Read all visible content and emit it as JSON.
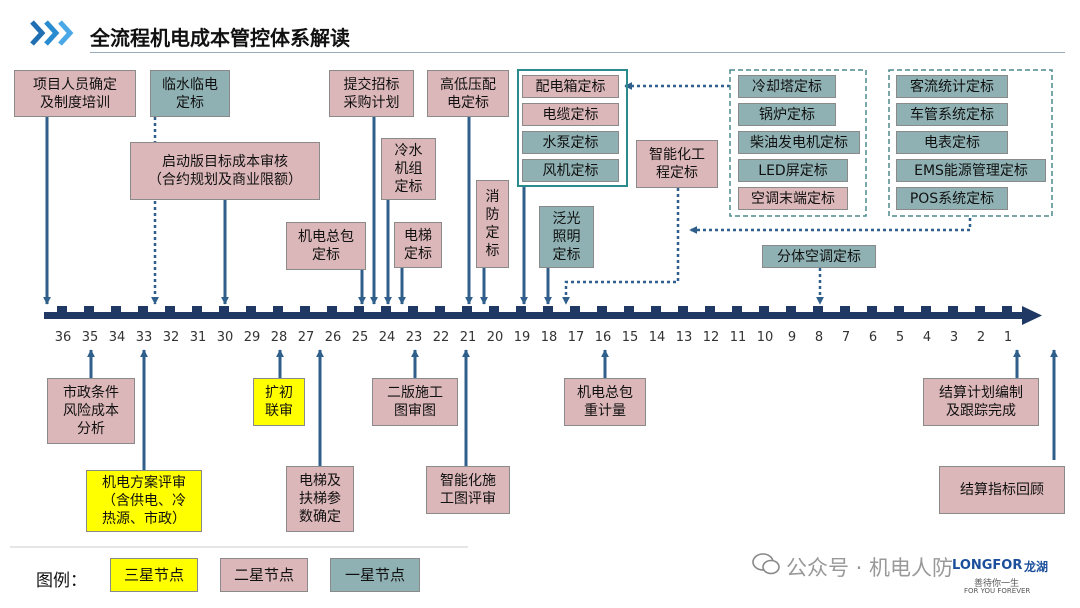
{
  "header": {
    "title": "全流程机电成本管控体系解读"
  },
  "ticks": [
    "36",
    "35",
    "34",
    "33",
    "32",
    "31",
    "30",
    "29",
    "28",
    "27",
    "26",
    "25",
    "24",
    "23",
    "22",
    "21",
    "20",
    "19",
    "18",
    "17",
    "16",
    "15",
    "14",
    "13",
    "12",
    "11",
    "10",
    "9",
    "8",
    "7",
    "6",
    "5",
    "4",
    "3",
    "2",
    "1"
  ],
  "top_nodes": [
    {
      "text": "项目人员确定\n及制度培训",
      "level": "two"
    },
    {
      "text": "临水临电\n定标",
      "level": "one"
    },
    {
      "text": "启动版目标成本审核\n（合约规划及商业限额）",
      "level": "two"
    },
    {
      "text": "提交招标\n采购计划",
      "level": "two"
    },
    {
      "text": "高低压配\n电定标",
      "level": "two"
    },
    {
      "text": "冷水\n机组\n定标",
      "level": "two"
    },
    {
      "text": "机电总包\n定标",
      "level": "two"
    },
    {
      "text": "电梯\n定标",
      "level": "two"
    },
    {
      "text": "消\n防\n定\n标",
      "level": "two"
    },
    {
      "text": "泛光\n照明\n定标",
      "level": "one"
    },
    {
      "text": "智能化工\n程定标",
      "level": "two"
    },
    {
      "text": "分体空调定标",
      "level": "one"
    }
  ],
  "group_a": [
    "配电箱定标",
    "电缆定标",
    "水泵定标",
    "风机定标"
  ],
  "group_b": [
    "冷却塔定标",
    "锅炉定标",
    "柴油发电机定标",
    "LED屏定标",
    "空调末端定标"
  ],
  "group_c": [
    "客流统计定标",
    "车管系统定标",
    "电表定标",
    "EMS能源管理定标",
    "POS系统定标"
  ],
  "bottom_nodes": [
    {
      "text": "市政条件\n风险成本\n分析",
      "level": "two"
    },
    {
      "text": "机电方案评审\n（含供电、冷\n热源、市政）",
      "level": "three"
    },
    {
      "text": "扩初\n联审",
      "level": "three"
    },
    {
      "text": "电梯及\n扶梯参\n数确定",
      "level": "two"
    },
    {
      "text": "二版施工\n图审图",
      "level": "two"
    },
    {
      "text": "智能化施\n工图评审",
      "level": "two"
    },
    {
      "text": "机电总包\n重计量",
      "level": "two"
    },
    {
      "text": "结算计划编制\n及跟踪完成",
      "level": "two"
    },
    {
      "text": "结算指标回顾",
      "level": "two"
    }
  ],
  "legend": {
    "label": "图例：",
    "three": "三星节点",
    "two": "二星节点",
    "one": "一星节点"
  },
  "watermark": "公众号 · 机电人防",
  "logo": {
    "brand": "LONGFOR",
    "brand_cn": "龙湖",
    "slogan_cn": "善待你一生",
    "slogan_en": "FOR YOU FOREVER"
  },
  "colors": {
    "three": "#ffff00",
    "two": "#dcb7b9",
    "one": "#8fb1b3",
    "axis": "#1f3864",
    "arrow": "#2f5f8a"
  }
}
